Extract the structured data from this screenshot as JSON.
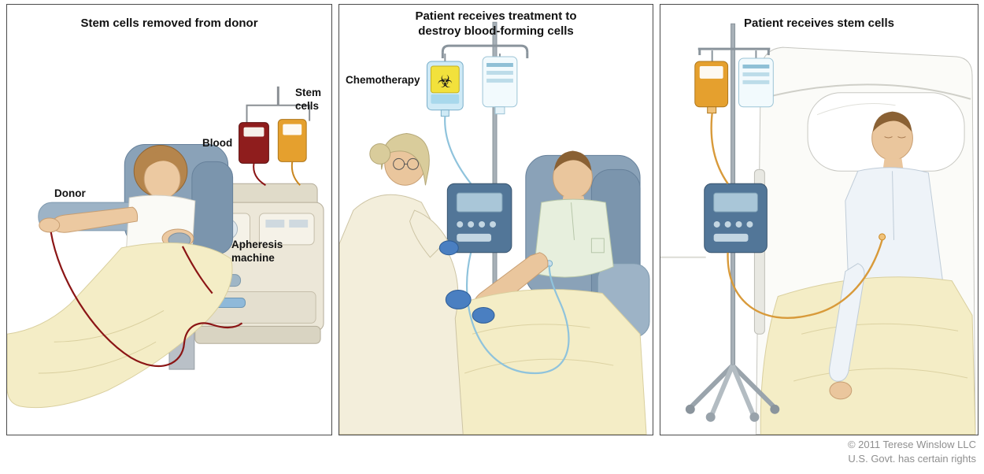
{
  "panels": [
    {
      "title": "Stem cells removed from donor",
      "labels": {
        "donor": "Donor",
        "blood": "Blood",
        "stem_cells": "Stem cells",
        "apheresis_machine": "Apheresis machine"
      }
    },
    {
      "title": "Patient receives treatment to destroy blood-forming cells",
      "labels": {
        "chemotherapy": "Chemotherapy"
      }
    },
    {
      "title": "Patient receives stem cells",
      "labels": {}
    }
  ],
  "credit": {
    "line1": "© 2011 Terese Winslow LLC",
    "line2": "U.S. Govt. has certain rights"
  },
  "icons": {
    "biohazard": "☣"
  },
  "colors": {
    "blanket": "#f4edc6",
    "chair": "#8aa2b8",
    "blood_bag": "#8f1d1d",
    "stem_cell_bag": "#e5a02e",
    "chemo_label": "#f2e13c",
    "infusion_pump": "#527698",
    "glove": "#4a7fc1",
    "credit_text": "#8f8f8f"
  }
}
